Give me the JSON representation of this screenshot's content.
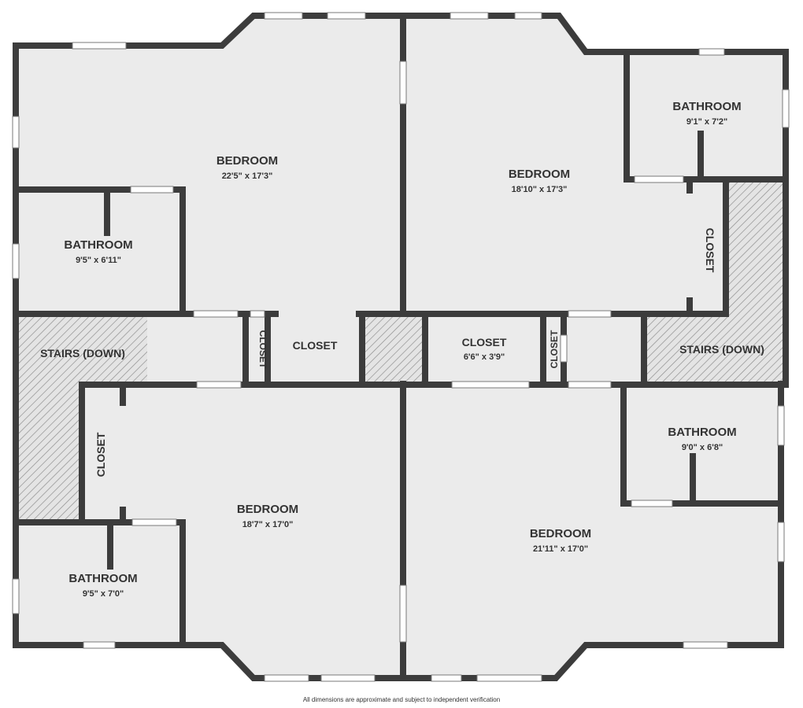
{
  "colors": {
    "wall": "#3c3c3c",
    "floor": "#ebebeb",
    "window": "#ffffff",
    "hatch": "#9a9a9a",
    "text": "#333333"
  },
  "rooms": {
    "bedroom_nw": {
      "name": "BEDROOM",
      "dim": "22'5\" x 17'3\""
    },
    "bedroom_ne": {
      "name": "BEDROOM",
      "dim": "18'10\" x 17'3\""
    },
    "bedroom_sw": {
      "name": "BEDROOM",
      "dim": "18'7\" x 17'0\""
    },
    "bedroom_se": {
      "name": "BEDROOM",
      "dim": "21'11\" x 17'0\""
    },
    "bathroom_nw": {
      "name": "BATHROOM",
      "dim": "9'5\" x 6'11\""
    },
    "bathroom_ne": {
      "name": "BATHROOM",
      "dim": "9'1\" x 7'2\""
    },
    "bathroom_sw": {
      "name": "BATHROOM",
      "dim": "9'5\" x 7'0\""
    },
    "bathroom_se": {
      "name": "BATHROOM",
      "dim": "9'0\" x 6'8\""
    },
    "closet_center": {
      "name": "CLOSET",
      "dim": "6'6\" x 3'9\""
    },
    "closet_mid_left": {
      "name": "CLOSET"
    },
    "closet_small_left": {
      "name": "CLOSET"
    },
    "closet_small_right": {
      "name": "CLOSET"
    },
    "closet_ne": {
      "name": "CLOSET"
    },
    "closet_sw": {
      "name": "CLOSET"
    },
    "stairs_left": {
      "name": "STAIRS (DOWN)"
    },
    "stairs_right": {
      "name": "STAIRS (DOWN)"
    }
  },
  "disclaimer": "All dimensions are approximate and subject to independent verification"
}
